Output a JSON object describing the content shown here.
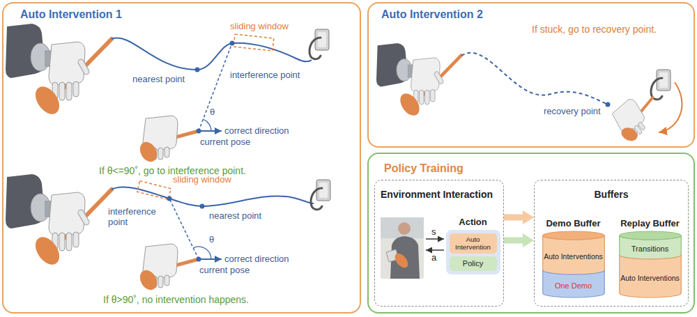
{
  "diagram": {
    "nodes": [
      {
        "text": [
          "Auto Intervention 1"
        ]
      },
      {
        "text": [
          "Auto Intervention 2"
        ]
      },
      {
        "text": [
          "Policy Training"
        ]
      },
      {
        "text": [
          "Environment Interaction"
        ],
        "in": 2
      },
      {
        "text": [
          "Action"
        ],
        "in": 3
      },
      {
        "text": [
          "Auto Intervention"
        ],
        "in": 4
      },
      {
        "text": [
          "Policy"
        ],
        "in": 4
      },
      {
        "text": [
          "Buffers"
        ],
        "in": 2
      },
      {
        "text": [
          "Demo Buffer"
        ],
        "in": 7
      },
      {
        "text": [
          "Auto Interventions"
        ],
        "in": 8
      },
      {
        "text": [
          "One Demo"
        ],
        "in": 8
      },
      {
        "text": [
          "Replay Buffer"
        ],
        "in": 7
      },
      {
        "text": [
          "Transitions"
        ],
        "in": 11
      },
      {
        "text": [
          "Auto Interventions"
        ],
        "in": 11
      }
    ],
    "edges": [
      {
        "from": 3,
        "to": 7,
        "arrow": "to"
      },
      {
        "from": 3,
        "to": 7,
        "arrow": "to"
      }
    ],
    "labels": [
      "sliding window",
      "nearest point",
      "interference point",
      "θ",
      "correct direction",
      "current pose",
      "If θ<=90˚, go to interference point.",
      "sliding window",
      "interference point",
      "nearest point",
      "θ",
      "correct direction",
      "current pose",
      "If θ>90˚, no intervention happens.",
      "If stuck, go to recovery point.",
      "recovery point",
      "s",
      "a"
    ]
  }
}
